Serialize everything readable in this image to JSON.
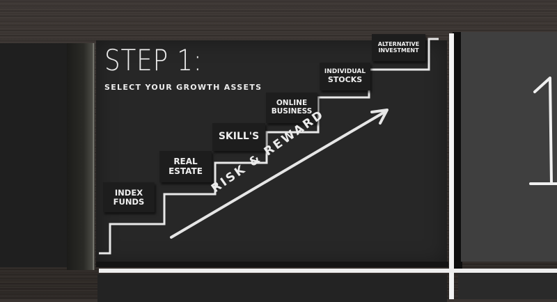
{
  "board": {
    "title": "STEP 1:",
    "subtitle": "SELECT YOUR GROWTH ASSETS",
    "arrow_label": "RISK & REWARD",
    "adjacent_board_number": "1"
  },
  "steps": [
    {
      "line1": "INDEX",
      "line2": "FUNDS"
    },
    {
      "line1": "REAL",
      "line2": "ESTATE"
    },
    {
      "line1": "SKILL'S",
      "line2": ""
    },
    {
      "line1": "ONLINE",
      "line2": "BUSINESS"
    },
    {
      "line1": "INDIVIDUAL",
      "line2": "STOCKS"
    },
    {
      "line1": "ALTERNATIVE",
      "line2": "INVESTMENT"
    }
  ],
  "colors": {
    "chalk": "#ededed",
    "board": "#272727",
    "card": "#1d1d1d",
    "wood": "#3a3431",
    "divider": "#f2f2f2"
  }
}
